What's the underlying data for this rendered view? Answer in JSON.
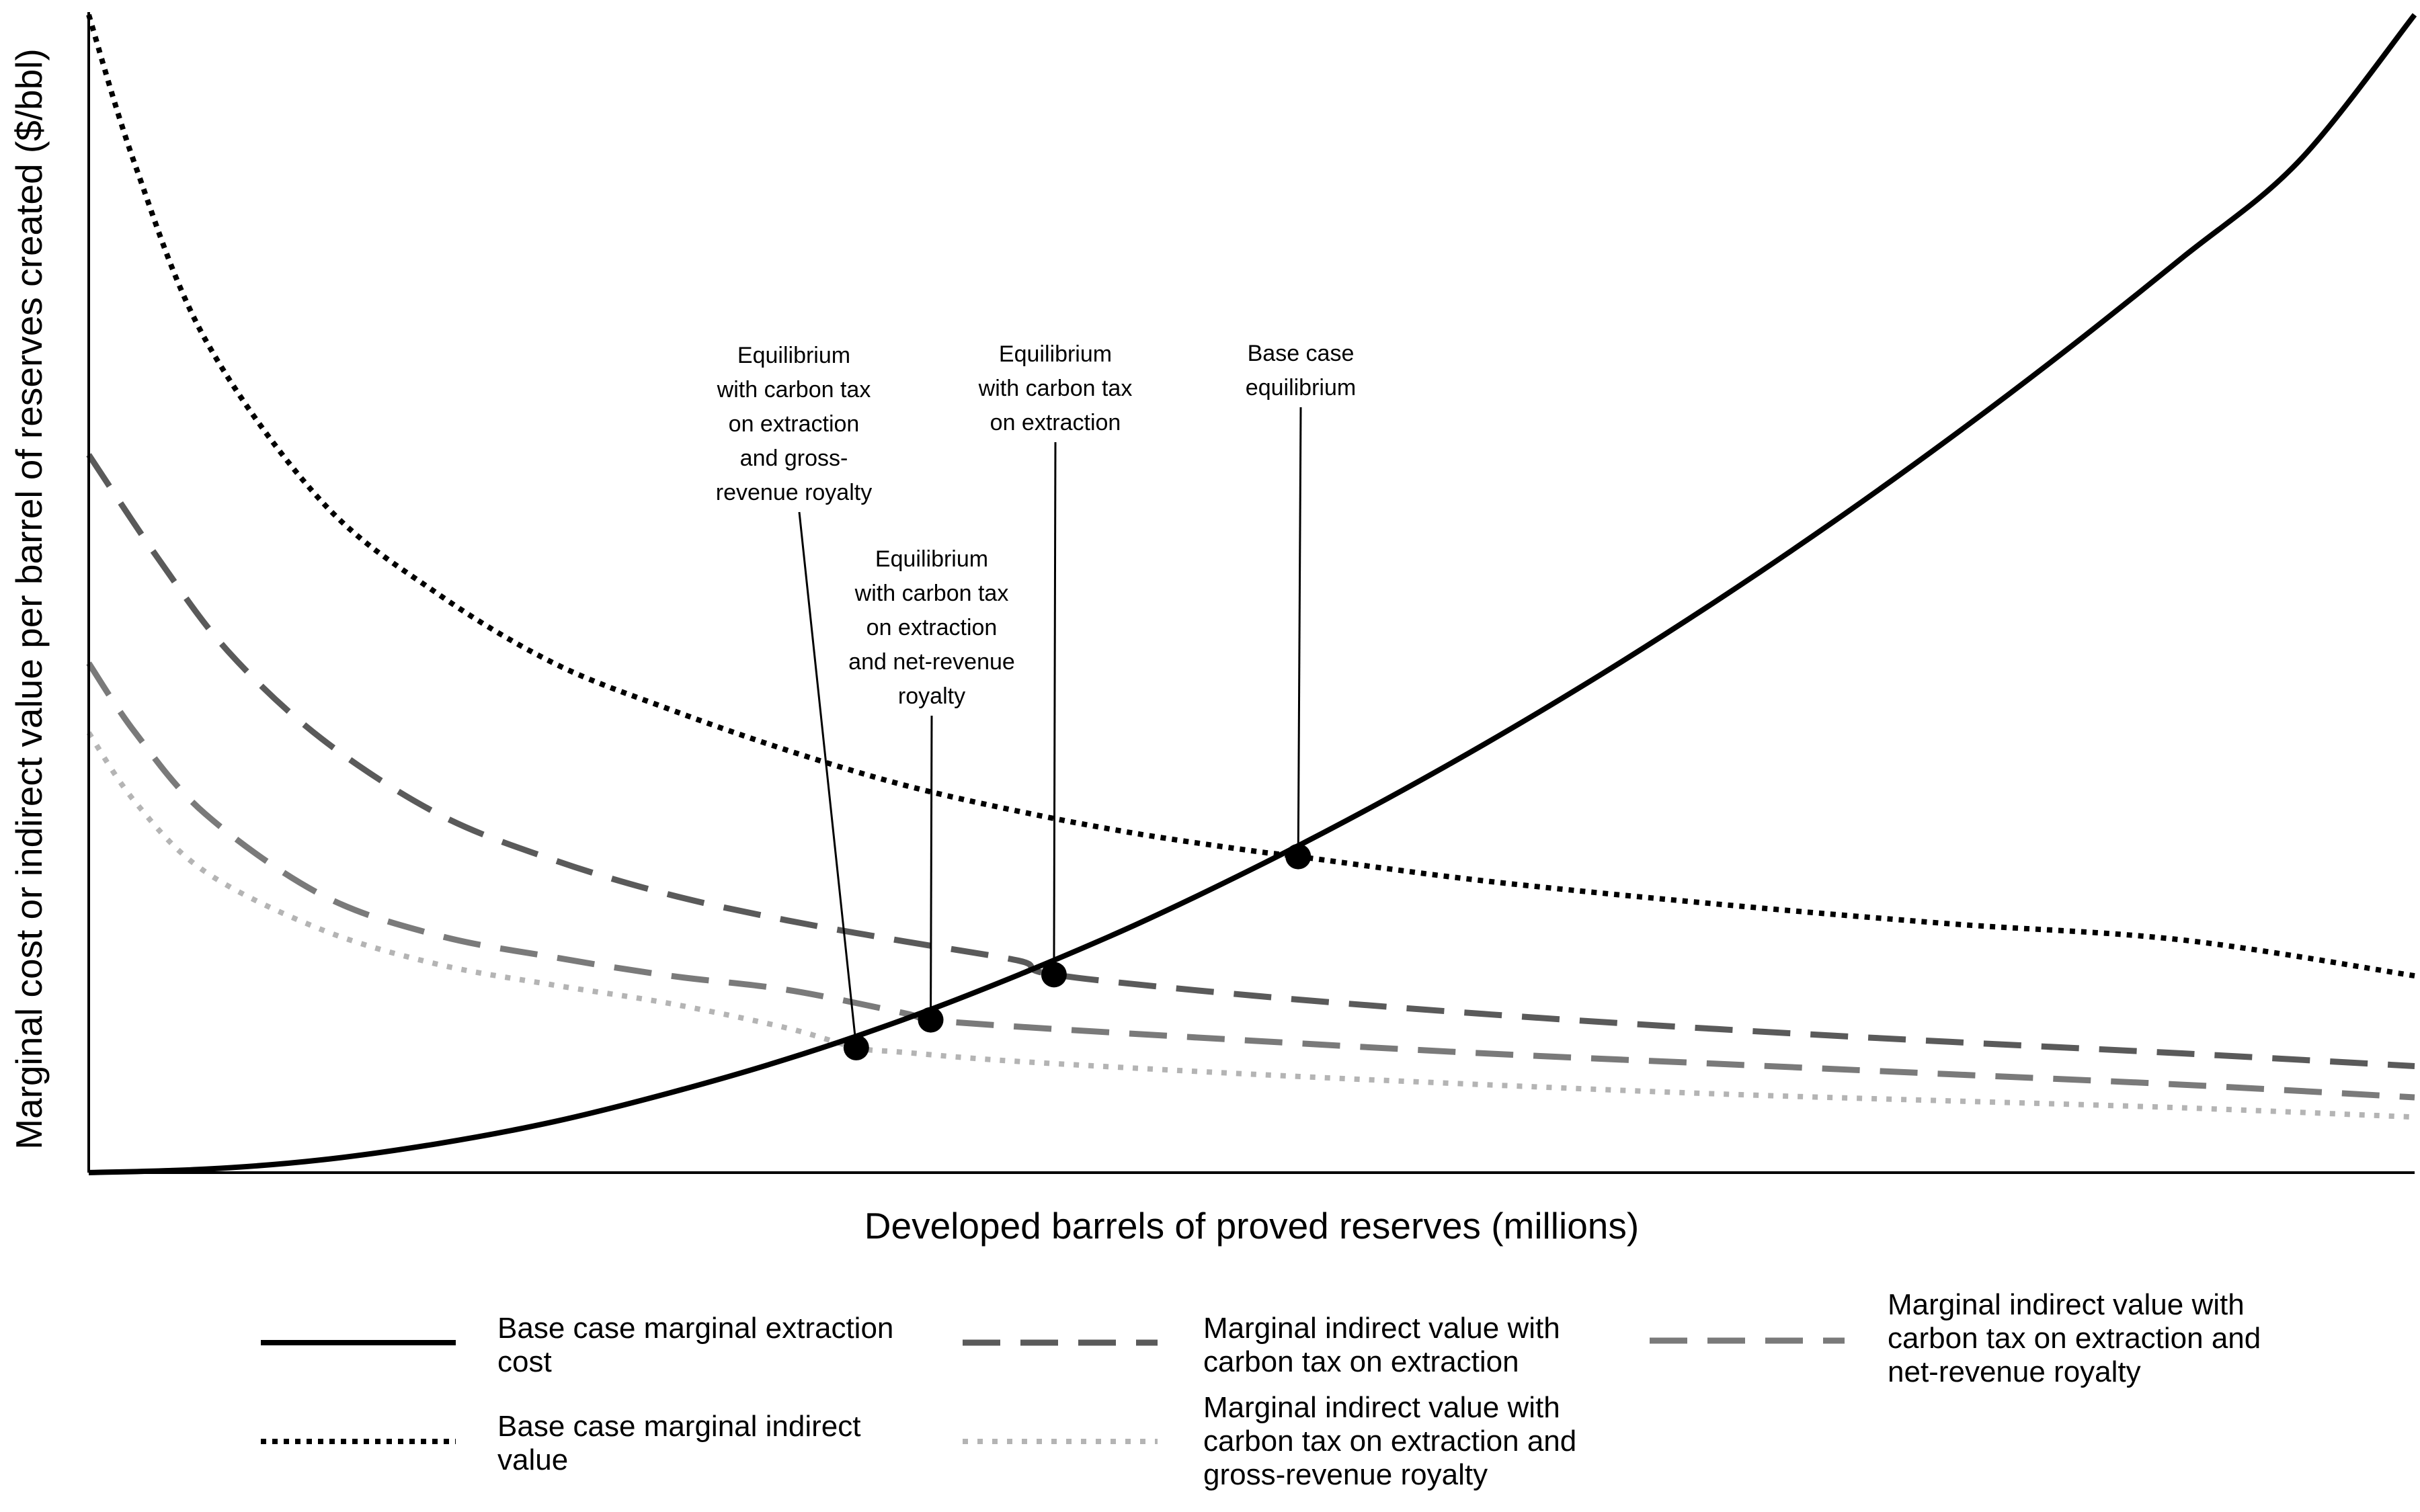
{
  "chart_data": {
    "type": "line",
    "title": "",
    "xlabel": "Developed barrels of proved reserves (millions)",
    "ylabel": "Marginal cost or indirect value per barrel of reserves created ($/bbl)",
    "xticks": [],
    "yticks": [],
    "grid": false,
    "legend_position": "bottom",
    "series": [
      {
        "name": "Base case marginal extraction cost",
        "label_lines": [
          "Base case marginal extraction",
          "cost"
        ],
        "style": "solid",
        "color": "#000000",
        "x": [
          0,
          0.05,
          0.1,
          0.15,
          0.2,
          0.25,
          0.3,
          0.35,
          0.4,
          0.45,
          0.5,
          0.55,
          0.6,
          0.65,
          0.7,
          0.75,
          0.8,
          0.85,
          0.9,
          0.95,
          1.0
        ],
        "y": [
          0,
          0.3,
          1.1,
          2.5,
          4.4,
          6.9,
          9.8,
          13.2,
          17.1,
          21.4,
          26.2,
          31.4,
          37.0,
          43.0,
          49.4,
          56.2,
          63.4,
          71.0,
          79.0,
          87.3,
          100
        ]
      },
      {
        "name": "Base case marginal indirect value",
        "label_lines": [
          "Base case marginal indirect",
          "value"
        ],
        "style": "dotted",
        "color": "#000000",
        "x": [
          0,
          0.02,
          0.05,
          0.1,
          0.15,
          0.2,
          0.25,
          0.3,
          0.35,
          0.4,
          0.45,
          0.5,
          0.52,
          0.6,
          0.7,
          0.8,
          0.9,
          1.0
        ],
        "y": [
          100,
          87,
          72,
          58,
          50,
          44,
          40,
          36.5,
          33.5,
          31.2,
          29.3,
          27.8,
          27.3,
          25.2,
          23.2,
          21.5,
          20.1,
          17
        ]
      },
      {
        "name": "Marginal indirect value with carbon tax on extraction",
        "label_lines": [
          "Marginal indirect value with",
          "carbon tax on extraction"
        ],
        "style": "dashed",
        "color": "#5a5a5a",
        "x": [
          0,
          0.03,
          0.06,
          0.1,
          0.15,
          0.2,
          0.25,
          0.3,
          0.35,
          0.4,
          0.415,
          0.5,
          0.6,
          0.7,
          0.8,
          0.9,
          1.0
        ],
        "y": [
          62,
          53,
          45,
          37.5,
          31,
          27,
          24,
          21.8,
          20,
          18.3,
          17.1,
          15.3,
          13.7,
          12.4,
          11.3,
          10.3,
          9.2
        ]
      },
      {
        "name": "Marginal indirect value with carbon tax on extraction and net-revenue royalty",
        "label_lines": [
          "Marginal indirect value with",
          "carbon tax on extraction and",
          "net-revenue royalty"
        ],
        "style": "dashed",
        "color": "#7a7a7a",
        "x": [
          0,
          0.02,
          0.05,
          0.1,
          0.15,
          0.2,
          0.25,
          0.3,
          0.35,
          0.362,
          0.4,
          0.5,
          0.6,
          0.7,
          0.8,
          0.9,
          1.0
        ],
        "y": [
          44,
          38,
          31,
          24,
          20.5,
          18.6,
          17,
          15.8,
          13.8,
          13.2,
          12.6,
          11.4,
          10.3,
          9.4,
          8.5,
          7.6,
          6.5
        ]
      },
      {
        "name": "Marginal indirect value with carbon tax on extraction and gross-revenue royalty",
        "label_lines": [
          "Marginal indirect value with",
          "carbon tax on extraction and",
          "gross-revenue royalty"
        ],
        "style": "dotted",
        "color": "#b4b4b4",
        "x": [
          0,
          0.02,
          0.05,
          0.1,
          0.15,
          0.2,
          0.25,
          0.3,
          0.33,
          0.35,
          0.4,
          0.5,
          0.6,
          0.7,
          0.8,
          0.9,
          1.0
        ],
        "y": [
          38,
          32,
          26,
          21,
          18,
          16.2,
          14.6,
          12.5,
          10.8,
          10.4,
          9.6,
          8.5,
          7.6,
          6.8,
          6.2,
          5.6,
          4.8
        ]
      }
    ],
    "equilibria": [
      {
        "x": 0.52,
        "y": 27.3,
        "label_lines": [
          "Base case",
          "equilibrium"
        ]
      },
      {
        "x": 0.415,
        "y": 17.1,
        "label_lines": [
          "Equilibrium",
          "with carbon tax",
          "on extraction"
        ]
      },
      {
        "x": 0.362,
        "y": 13.2,
        "label_lines": [
          "Equilibrium",
          "with carbon tax",
          "on extraction",
          "and net-revenue",
          "royalty"
        ]
      },
      {
        "x": 0.33,
        "y": 10.8,
        "label_lines": [
          "Equilibrium",
          "with carbon tax",
          "on extraction",
          "and gross-",
          "revenue royalty"
        ]
      }
    ],
    "xlim": [
      0,
      1
    ],
    "ylim": [
      0,
      100
    ]
  }
}
